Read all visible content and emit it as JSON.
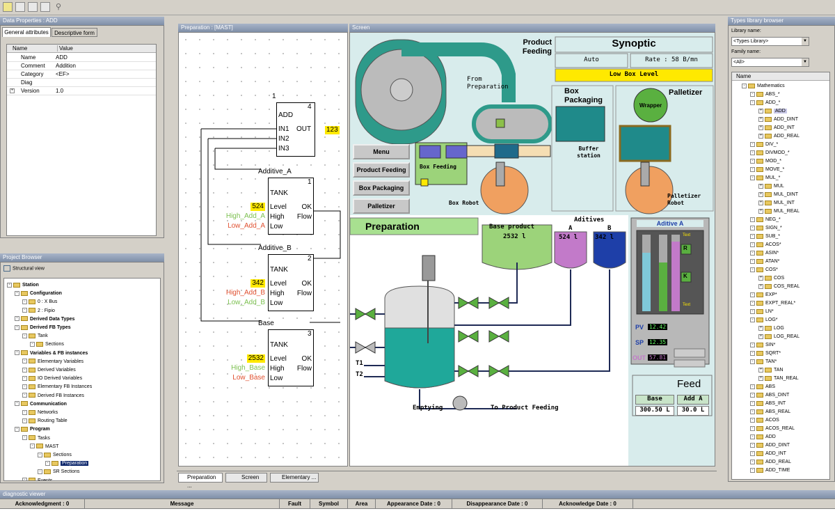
{
  "data_properties": {
    "title": "Data Properties : ADD",
    "tabs": [
      "General attributes",
      "Descriptive form"
    ],
    "headers": [
      "Name",
      "Value"
    ],
    "rows": [
      [
        "Name",
        "ADD"
      ],
      [
        "Comment",
        "Addition"
      ],
      [
        "Category",
        "<EF>"
      ],
      [
        "Diag",
        ""
      ],
      [
        "Version",
        "1.0"
      ]
    ]
  },
  "project_browser": {
    "title": "Project Browser",
    "view": "Structural view",
    "items": [
      "Station",
      "Configuration",
      "0 : X Bus",
      "2 : Fipio",
      "Derived Data Types",
      "Derived FB Types",
      "Tank",
      "Sections",
      "Variables & FB instances",
      "Elementary Variables",
      "Derived Variables",
      "IO Derived Variables",
      "Elementary FB Instances",
      "Derived FB Instances",
      "Communication",
      "Networks",
      "Routing Table",
      "Program",
      "Tasks",
      "MAST",
      "Sections",
      "Preparation",
      "SR Sections",
      "Events"
    ]
  },
  "fbd": {
    "title": "Preparation : [MAST]",
    "add_block": {
      "num": "1",
      "pos": "4",
      "name": "ADD",
      "inputs": [
        "IN1",
        "IN2",
        "IN3"
      ],
      "output": "OUT",
      "out_value": "123"
    },
    "tank_blocks": [
      {
        "label": "Additive_A",
        "pos": "1",
        "type": "TANK",
        "level": "524",
        "high": "High_Add_A",
        "low": "Low_Add_A"
      },
      {
        "label": "Additive_B",
        "pos": "2",
        "type": "TANK",
        "level": "342",
        "high": "High_Add_B",
        "low": "Low_Add_B"
      },
      {
        "label": "Base",
        "pos": "3",
        "type": "TANK",
        "level": "2532",
        "high": "High_Base",
        "low": "Low_Base"
      }
    ],
    "pins_in": [
      "Level",
      "High",
      "Low"
    ],
    "pins_out": [
      "OK",
      "Flow"
    ]
  },
  "screen": {
    "title": "Screen",
    "product_feeding": "Product Feeding",
    "synoptic": "Synoptic",
    "auto": "Auto",
    "rate": "Rate : 58 B/mn",
    "low_box_level": "Low Box Level",
    "from_preparation": "From Preparation",
    "box_packaging": "Box Packaging",
    "palletizer": "Palletizer",
    "wrapper": "Wrapper",
    "box_feeding": "Box Feeding",
    "buffer_station": "Buffer station",
    "box_robot": "Box Robot",
    "palletizer_robot": "Palletizer Robot",
    "menu_buttons": [
      "Menu",
      "Product Feeding",
      "Box Packaging",
      "Palletizer"
    ],
    "preparation": "Preparation",
    "base_product": "Base product",
    "base_value": "2532 l",
    "aditives": "Aditives",
    "tank_a": "A",
    "tank_b": "B",
    "a_value": "524 l",
    "b_value": "342 l",
    "t1": "T1",
    "t2": "T2",
    "emptying": "Emptying",
    "to_product_feeding": "To Product Feeding",
    "aditive_a_title": "Aditive A",
    "text": "Text",
    "r": "R",
    "k": "K",
    "pv_label": "PV",
    "pv_value": "12.42",
    "sp_label": "SP",
    "sp_value": "12.35",
    "out_label": "OUT",
    "out_value": "57.81",
    "feed": "Feed",
    "base_label": "Base",
    "add_a_label": "Add A",
    "base_feed": "300.50 L",
    "add_a_feed": "30.0 L"
  },
  "bottom_tabs": [
    "Preparation ...",
    "Screen",
    "Elementary ..."
  ],
  "library": {
    "title": "Types library browser",
    "library_name_label": "Library name:",
    "library_name": "<Types Library>",
    "family_name_label": "Family name:",
    "family_name": "<All>",
    "col": "Name",
    "items": [
      "Mathematics",
      "ABS_*",
      "ADD_*",
      "ADD",
      "ADD_DINT",
      "ADD_INT",
      "ADD_REAL",
      "DIV_*",
      "DIVMOD_*",
      "MOD_*",
      "MOVE_*",
      "MUL_*",
      "MUL",
      "MUL_DINT",
      "MUL_INT",
      "MUL_REAL",
      "NEG_*",
      "SIGN_*",
      "SUB_*",
      "ACOS*",
      "ASIN*",
      "ATAN*",
      "COS*",
      "COS",
      "COS_REAL",
      "EXP*",
      "EXPT_REAL*",
      "LN*",
      "LOG*",
      "LOG",
      "LOG_REAL",
      "SIN*",
      "SQRT*",
      "TAN*",
      "TAN",
      "TAN_REAL",
      "ABS",
      "ABS_DINT",
      "ABS_INT",
      "ABS_REAL",
      "ACOS",
      "ACOS_REAL",
      "ADD",
      "ADD_DINT",
      "ADD_INT",
      "ADD_REAL",
      "ADD_TIME"
    ]
  },
  "diagnostic": {
    "title": "diagnostic viewer",
    "cols": [
      "Acknowledgment : 0",
      "Message",
      "Fault",
      "Symbol",
      "Area",
      "Appearance Date : 0",
      "Disappearance Date : 0",
      "Acknowledge Date : 0"
    ]
  },
  "colors": {
    "synoptic_bg": "#d8ecec",
    "yellow": "#ffe900",
    "green": "#9cd37a",
    "purple": "#c27ac9",
    "blue": "#1e3fa8",
    "teal": "#1fa89a",
    "orange": "#f0a060"
  }
}
